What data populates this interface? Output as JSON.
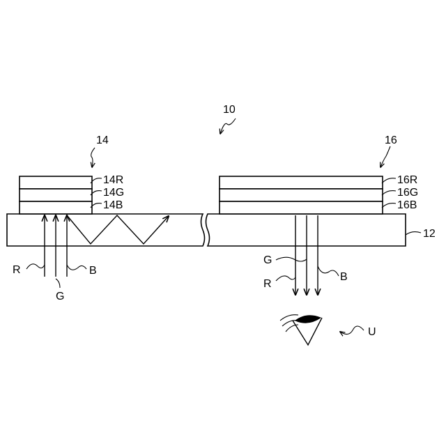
{
  "labels": {
    "device": "10",
    "in_coupler": "14",
    "out_coupler": "16",
    "waveguide": "12",
    "in_r": "14R",
    "in_g": "14G",
    "in_b": "14B",
    "out_r": "16R",
    "out_g": "16G",
    "out_b": "16B",
    "user": "U",
    "in_red": "R",
    "in_green": "G",
    "in_blue": "B",
    "out_red": "R",
    "out_green": "G",
    "out_blue": "B"
  },
  "icons": {
    "eye": "eye-icon"
  }
}
